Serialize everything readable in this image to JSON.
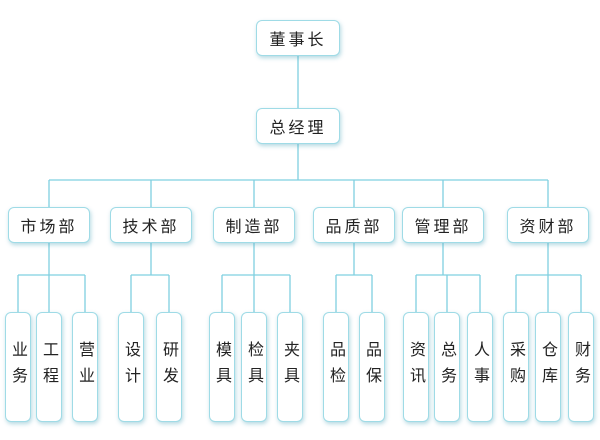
{
  "colors": {
    "line": "#7fd0e0",
    "border": "#9fdbe6"
  },
  "chairman": "董事长",
  "general_manager": "总经理",
  "departments": [
    {
      "name": "市场部",
      "units": [
        "业务",
        "工程",
        "营业"
      ]
    },
    {
      "name": "技术部",
      "units": [
        "设计",
        "研发"
      ]
    },
    {
      "name": "制造部",
      "units": [
        "模具",
        "检具",
        "夹具"
      ]
    },
    {
      "name": "品质部",
      "units": [
        "品检",
        "品保"
      ]
    },
    {
      "name": "管理部",
      "units": [
        "资讯",
        "总务",
        "人事"
      ]
    },
    {
      "name": "资财部",
      "units": [
        "采购",
        "仓库",
        "财务"
      ]
    }
  ]
}
